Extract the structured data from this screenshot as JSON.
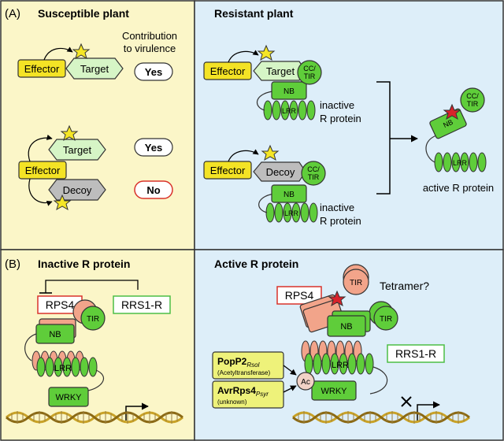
{
  "colors": {
    "yellow_panel": "#fbf6c8",
    "blue_panel": "#ddeef9",
    "effector": "#f4e325",
    "target_green": "#d6f5c6",
    "green": "#5fcd3a",
    "green_light": "#c6efb0",
    "pink": "#f2a48a",
    "decoy_gray": "#bdbdbd",
    "red_star": "#d8222a",
    "yellow_star": "#f5e626",
    "no_red": "#d9322a",
    "rrs1_green": "#4cbd45",
    "rps4_red": "#d9322a"
  },
  "panelA": {
    "label": "(A)",
    "left": {
      "title": "Susceptible plant",
      "contribution": [
        "Contribution",
        "to virulence"
      ],
      "effector": "Effector",
      "target": "Target",
      "decoy": "Decoy",
      "yes": "Yes",
      "no": "No"
    },
    "right": {
      "title": "Resistant plant",
      "effector": "Effector",
      "target": "Target",
      "decoy": "Decoy",
      "cc": "CC/",
      "tir": "TIR",
      "nb": "NB",
      "lrr": "LRR",
      "inactive": [
        "inactive",
        "R protein"
      ],
      "active": "active R protein"
    }
  },
  "panelB": {
    "label": "(B)",
    "left": {
      "title": "Inactive R protein",
      "rps4": "RPS4",
      "rrs1": "RRS1-R",
      "tir": "TIR",
      "nb": "NB",
      "lrr": "LRR",
      "wrky": "WRKY"
    },
    "right": {
      "title": "Active R protein",
      "rps4": "RPS4",
      "rrs1": "RRS1-R",
      "tir": "TIR",
      "nb": "NB",
      "lrr": "LRR",
      "wrky": "WRKY",
      "tetramer": "Tetramer?",
      "ac": "Ac",
      "popp2": "PopP2",
      "popp2_sub": "Rsol",
      "popp2_desc": "(Acetyltransferase)",
      "avr": "AvrRps4",
      "avr_sub": "Psyr",
      "avr_desc": "(unknown)"
    }
  }
}
